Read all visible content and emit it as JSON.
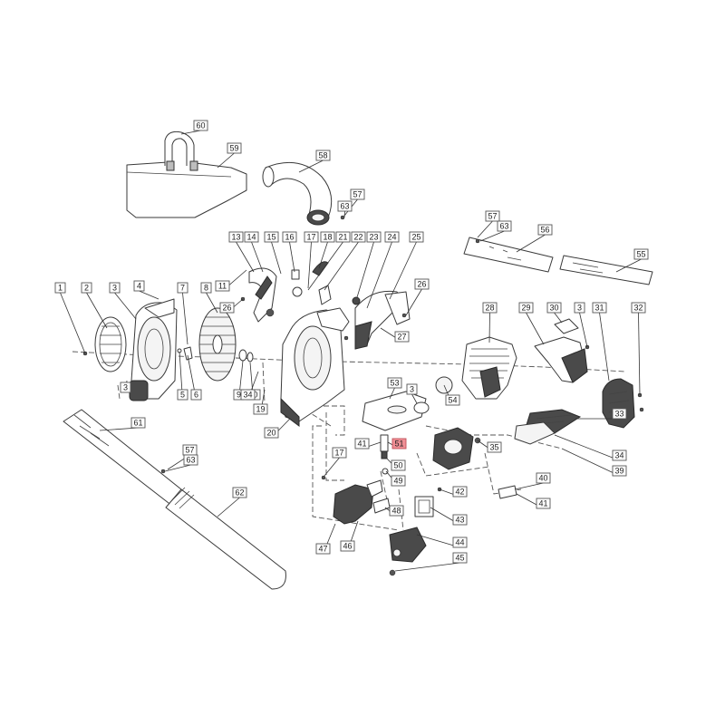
{
  "colors": {
    "highlight": "#ef8f95",
    "line": "#3a3a3a"
  },
  "callouts": [
    {
      "label": "1",
      "highlight": false
    },
    {
      "label": "2",
      "highlight": false
    },
    {
      "label": "3",
      "highlight": false
    },
    {
      "label": "4",
      "highlight": false
    },
    {
      "label": "5",
      "highlight": false
    },
    {
      "label": "6",
      "highlight": false
    },
    {
      "label": "7",
      "highlight": false
    },
    {
      "label": "8",
      "highlight": false
    },
    {
      "label": "9",
      "highlight": false
    },
    {
      "label": "10",
      "highlight": false
    },
    {
      "label": "11",
      "highlight": false
    },
    {
      "label": "13",
      "highlight": false
    },
    {
      "label": "14",
      "highlight": false
    },
    {
      "label": "15",
      "highlight": false
    },
    {
      "label": "16",
      "highlight": false
    },
    {
      "label": "17",
      "highlight": false
    },
    {
      "label": "17",
      "highlight": false
    },
    {
      "label": "18",
      "highlight": false
    },
    {
      "label": "19",
      "highlight": false
    },
    {
      "label": "20",
      "highlight": false
    },
    {
      "label": "21",
      "highlight": false
    },
    {
      "label": "22",
      "highlight": false
    },
    {
      "label": "23",
      "highlight": false
    },
    {
      "label": "24",
      "highlight": false
    },
    {
      "label": "25",
      "highlight": false
    },
    {
      "label": "26",
      "highlight": false
    },
    {
      "label": "26",
      "highlight": false
    },
    {
      "label": "27",
      "highlight": false
    },
    {
      "label": "28",
      "highlight": false
    },
    {
      "label": "29",
      "highlight": false
    },
    {
      "label": "30",
      "highlight": false
    },
    {
      "label": "3",
      "highlight": false
    },
    {
      "label": "31",
      "highlight": false
    },
    {
      "label": "32",
      "highlight": false
    },
    {
      "label": "33",
      "highlight": false
    },
    {
      "label": "34",
      "highlight": false
    },
    {
      "label": "34",
      "highlight": false
    },
    {
      "label": "35",
      "highlight": false
    },
    {
      "label": "39",
      "highlight": false
    },
    {
      "label": "40",
      "highlight": false
    },
    {
      "label": "41",
      "highlight": false
    },
    {
      "label": "41",
      "highlight": false
    },
    {
      "label": "42",
      "highlight": false
    },
    {
      "label": "43",
      "highlight": false
    },
    {
      "label": "44",
      "highlight": false
    },
    {
      "label": "45",
      "highlight": false
    },
    {
      "label": "46",
      "highlight": false
    },
    {
      "label": "47",
      "highlight": false
    },
    {
      "label": "48",
      "highlight": false
    },
    {
      "label": "49",
      "highlight": false
    },
    {
      "label": "50",
      "highlight": false
    },
    {
      "label": "51",
      "highlight": true
    },
    {
      "label": "53",
      "highlight": false
    },
    {
      "label": "3",
      "highlight": false
    },
    {
      "label": "54",
      "highlight": false
    },
    {
      "label": "55",
      "highlight": false
    },
    {
      "label": "56",
      "highlight": false
    },
    {
      "label": "57",
      "highlight": false
    },
    {
      "label": "63",
      "highlight": false
    },
    {
      "label": "57",
      "highlight": false
    },
    {
      "label": "63",
      "highlight": false
    },
    {
      "label": "57",
      "highlight": false
    },
    {
      "label": "63",
      "highlight": false
    },
    {
      "label": "58",
      "highlight": false
    },
    {
      "label": "59",
      "highlight": false
    },
    {
      "label": "60",
      "highlight": false
    },
    {
      "label": "61",
      "highlight": false
    },
    {
      "label": "62",
      "highlight": false
    },
    {
      "label": "3",
      "highlight": false
    }
  ]
}
